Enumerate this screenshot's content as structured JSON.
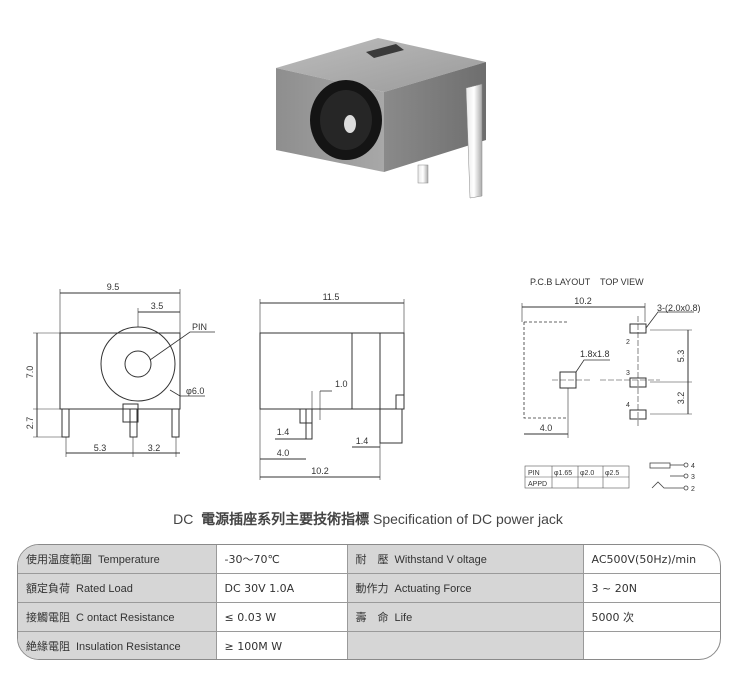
{
  "drawing": {
    "front": {
      "w_total": "9.5",
      "w_part": "3.5",
      "pin": "PIN",
      "h_body": "7.0",
      "h_pin": "2.7",
      "dia": "φ6.0",
      "w1": "5.3",
      "w2": "3.2"
    },
    "side": {
      "len": "11.5",
      "pin_w": "1.0",
      "d1": "1.4",
      "d2": "4.0",
      "d3": "1.4",
      "total": "10.2"
    },
    "pcb": {
      "title": "P.C.B LAYOUT",
      "view": "TOP VIEW",
      "width": "10.2",
      "slot": "3-(2.0x0.8)",
      "pad": "1.8x1.8",
      "p2": "2",
      "p3": "3",
      "p4": "4",
      "d53": "5.3",
      "d32": "3.2",
      "d40": "4.0"
    },
    "pin_table": {
      "pin": "PIN",
      "c1": "φ1.65",
      "c2": "φ2.0",
      "c3": "φ2.5",
      "appd": "APPD"
    },
    "symbol": {
      "t4": "4",
      "t3": "3",
      "t2": "2"
    }
  },
  "caption": {
    "dc": "DC",
    "zh": "電源插座系列主要技術指標",
    "en": "Specification of DC power jack"
  },
  "spec": {
    "rows": [
      {
        "l_zh": "使用温度範圍",
        "l_en": "Temperature",
        "l_val": "-30～70℃",
        "r_zh": "耐　壓",
        "r_en": "Withstand V oltage",
        "r_val": "AC500V(50Hz)/min"
      },
      {
        "l_zh": "額定負荷",
        "l_en": "Rated Load",
        "l_val": "DC  30V  1.0A",
        "r_zh": "動作力",
        "r_en": "Actuating Force",
        "r_val": "3 ~ 20N"
      },
      {
        "l_zh": "接觸電阻",
        "l_en": "C ontact Resistance",
        "l_val": "≤ 0.03 W",
        "r_zh": "壽　命",
        "r_en": "Life",
        "r_val": "5000 次"
      },
      {
        "l_zh": "絶緣電阻",
        "l_en": "Insulation Resistance",
        "l_val": "≥ 100M W",
        "r_zh": "",
        "r_en": "",
        "r_val": ""
      }
    ]
  }
}
